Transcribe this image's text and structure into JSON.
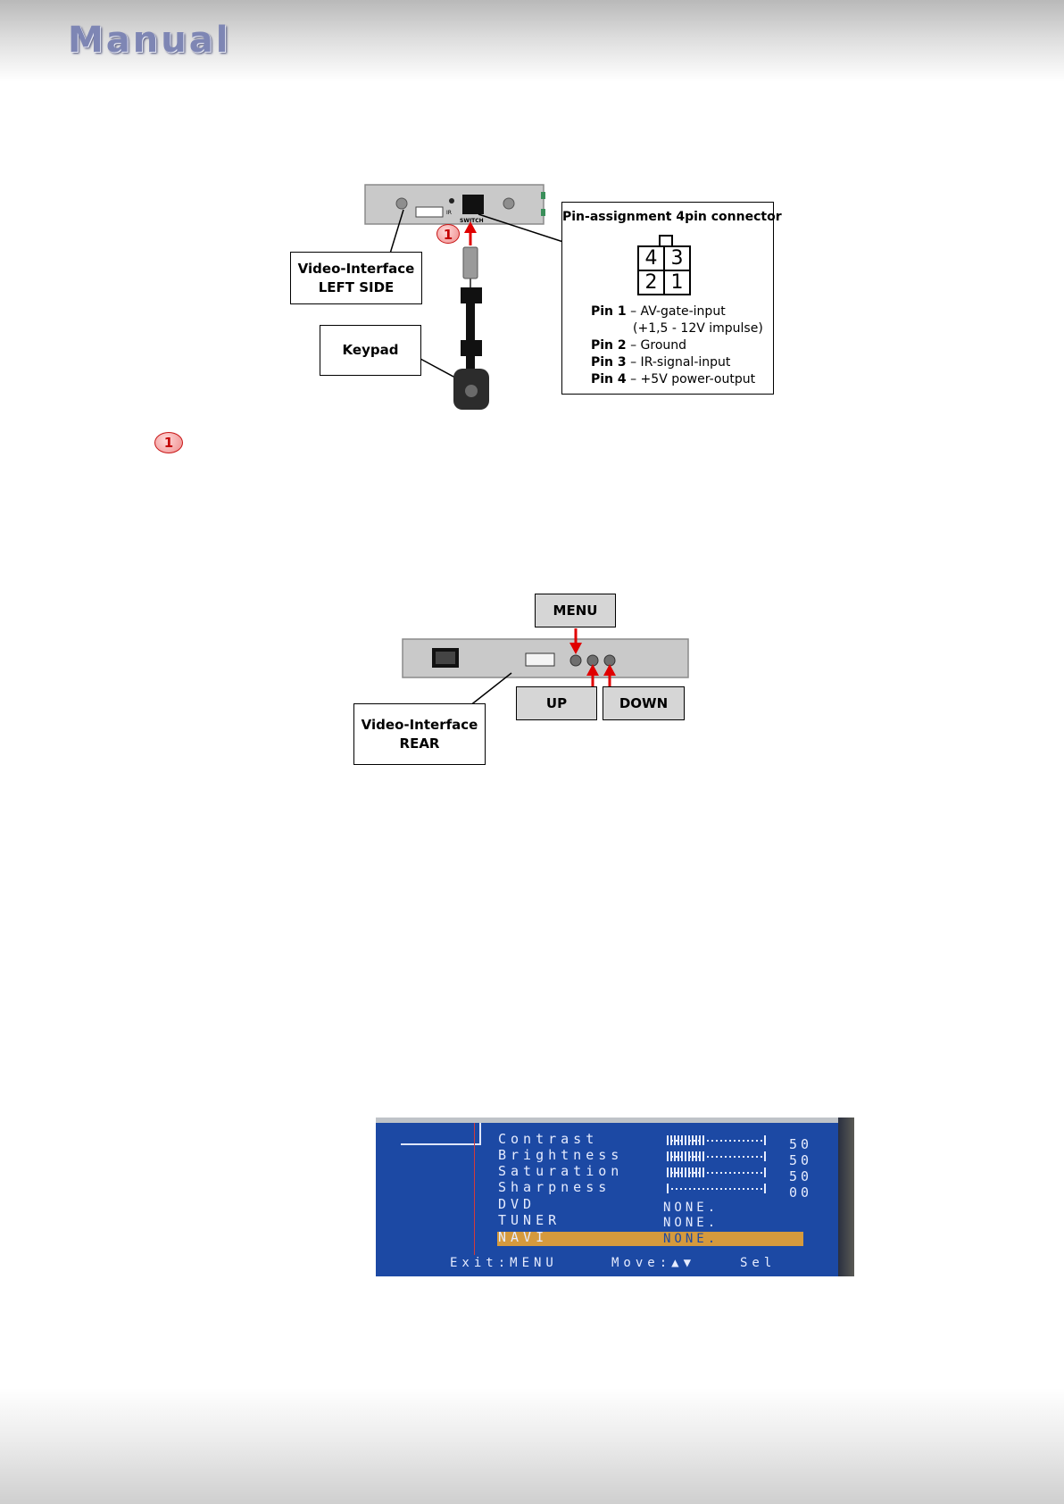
{
  "header": {
    "logo_text": "Manual"
  },
  "figure1": {
    "device_label": "IR",
    "switch_label": "SWITCH",
    "badge": "1",
    "callout_left_line1": "Video-Interface",
    "callout_left_line2": "LEFT SIDE",
    "callout_keypad": "Keypad",
    "pin_box": {
      "title": "Pin-assignment 4pin connector",
      "cells": [
        "4",
        "3",
        "2",
        "1"
      ],
      "pins": [
        {
          "pin": "Pin 1",
          "desc": "– AV-gate-input"
        },
        {
          "pin": "",
          "desc": "(+1,5 - 12V impulse)"
        },
        {
          "pin": "Pin 2",
          "desc": "– Ground"
        },
        {
          "pin": "Pin 3",
          "desc": "– IR-signal-input"
        },
        {
          "pin": "Pin 4",
          "desc": "– +5V power-output"
        }
      ]
    }
  },
  "step_badge": "1",
  "figure2": {
    "menu_label": "MENU",
    "up_label": "UP",
    "down_label": "DOWN",
    "callout_line1": "Video-Interface",
    "callout_line2": "REAR"
  },
  "osd": {
    "rows": [
      {
        "label": "Contrast",
        "value": "50",
        "level": 0.4
      },
      {
        "label": "Brightness",
        "value": "50",
        "level": 0.4
      },
      {
        "label": "Saturation",
        "value": "50",
        "level": 0.4
      },
      {
        "label": "Sharpness",
        "value": "00",
        "level": 0.0
      }
    ],
    "sources": [
      {
        "label": "DVD",
        "value": "NONE."
      },
      {
        "label": "TUNER",
        "value": "NONE."
      },
      {
        "label": "NAVI",
        "value": "NONE."
      }
    ],
    "footer": {
      "exit": "Exit:MENU",
      "move": "Move:▲▼",
      "sel": "Sel"
    },
    "colors": {
      "background": "#1c49a4",
      "highlight": "#d59a3d",
      "text": "#e6ecff"
    }
  }
}
